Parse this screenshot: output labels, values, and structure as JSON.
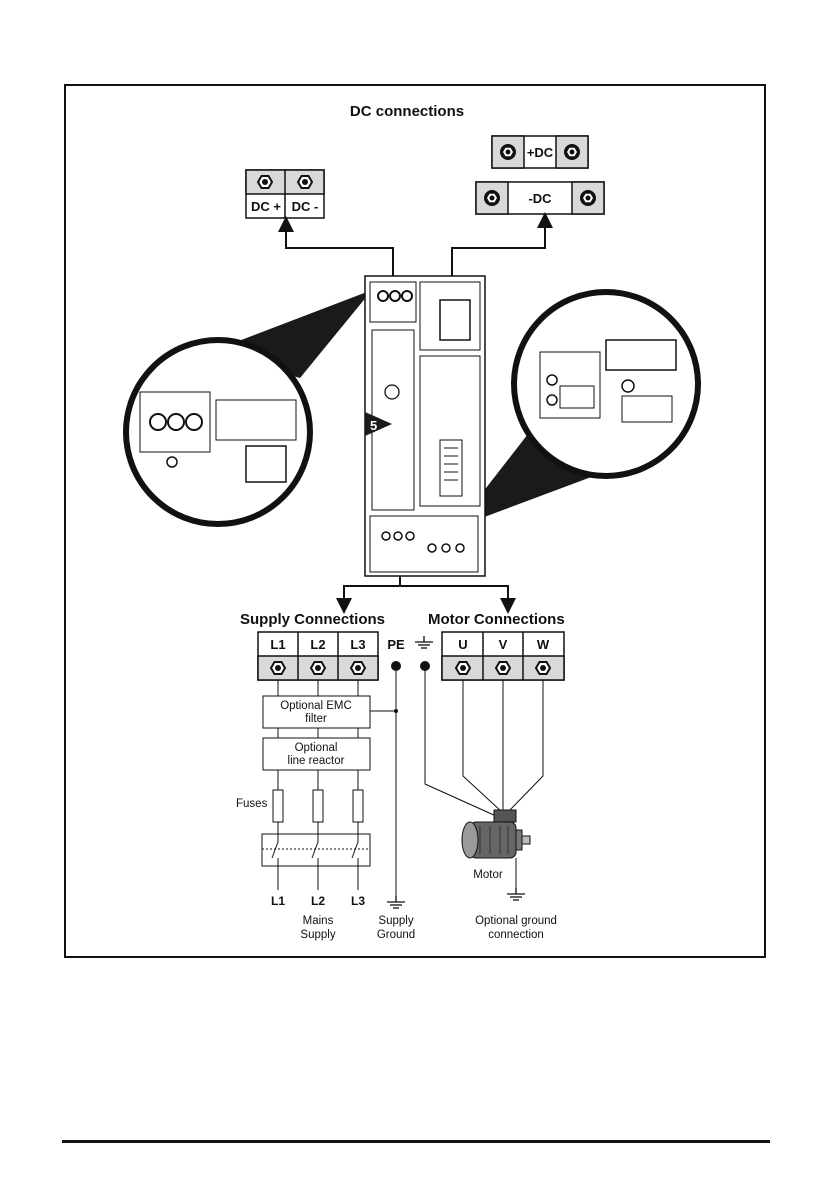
{
  "diagram": {
    "dc_title": "DC connections",
    "dc_left": {
      "plus": "DC +",
      "minus": "DC -"
    },
    "dc_right": {
      "plus": "+DC",
      "minus": "-DC"
    },
    "drive_size_badge": "5",
    "supply_title": "Supply Connections",
    "motor_title": "Motor Connections",
    "supply_terminals": [
      "L1",
      "L2",
      "L3"
    ],
    "pe_label": "PE",
    "motor_terminals": [
      "U",
      "V",
      "W"
    ],
    "emc_filter": {
      "line1": "Optional EMC",
      "line2": "filter"
    },
    "line_reactor": {
      "line1": "Optional",
      "line2": "line reactor"
    },
    "fuses_label": "Fuses",
    "mains_phases": [
      "L1",
      "L2",
      "L3"
    ],
    "mains_label": {
      "line1": "Mains",
      "line2": "Supply"
    },
    "supply_ground": {
      "line1": "Supply",
      "line2": "Ground"
    },
    "motor_label": "Motor",
    "optional_ground": {
      "line1": "Optional ground",
      "line2": "connection"
    }
  },
  "colors": {
    "line": "#111111",
    "terminal_fill": "#d9d9d9",
    "drive_dark": "#1a1a1a"
  }
}
